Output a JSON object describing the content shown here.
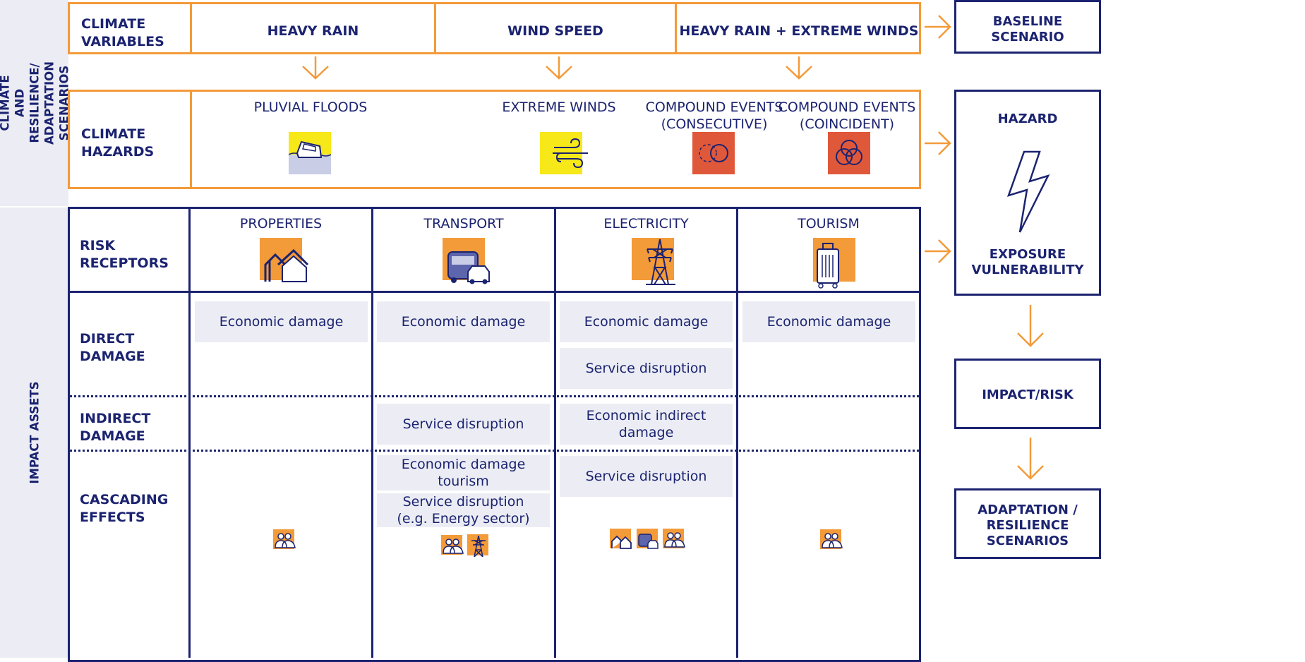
{
  "sidebar": {
    "top_label": "CLIMATE AND RESILIENCE/\nADAPTATION SCENARIOS",
    "bottom_label": "IMPACT ASSETS"
  },
  "climate_variables": {
    "row_label": "CLIMATE\nVARIABLES",
    "items": [
      "HEAVY RAIN",
      "WIND SPEED",
      "HEAVY RAIN + EXTREME WINDS"
    ]
  },
  "climate_hazards": {
    "row_label": "CLIMATE\nHAZARDS",
    "items": [
      {
        "label": "PLUVIAL FLOODS",
        "icon": "flooded-car-icon",
        "icon_bg": "#f7e81a"
      },
      {
        "label": "EXTREME WINDS",
        "icon": "wind-icon",
        "icon_bg": "#f7e81a"
      },
      {
        "label": "COMPOUND EVENTS\n(CONSECUTIVE)",
        "icon": "consecutive-circles-icon",
        "icon_bg": "#e0583a"
      },
      {
        "label": "COMPOUND EVENTS\n(COINCIDENT)",
        "icon": "coincident-circles-icon",
        "icon_bg": "#e0583a"
      }
    ]
  },
  "risk_receptors": {
    "row_label": "RISK\nRECEPTORS",
    "items": [
      {
        "label": "PROPERTIES",
        "icon": "houses-icon"
      },
      {
        "label": "TRANSPORT",
        "icon": "vehicles-icon"
      },
      {
        "label": "ELECTRICITY",
        "icon": "power-pylon-icon"
      },
      {
        "label": "TOURISM",
        "icon": "suitcase-icon"
      }
    ]
  },
  "direct_damage": {
    "row_label": "DIRECT\nDAMAGE",
    "properties": [
      "Economic damage"
    ],
    "transport": [
      "Economic damage"
    ],
    "electricity": [
      "Economic damage",
      "Service disruption"
    ],
    "tourism": [
      "Economic damage"
    ]
  },
  "indirect_damage": {
    "row_label": "INDIRECT\nDAMAGE",
    "transport": [
      "Service disruption"
    ],
    "electricity": [
      "Economic indirect damage"
    ]
  },
  "cascading_effects": {
    "row_label": "CASCADING\nEFFECTS",
    "transport": [
      "Economic damage tourism",
      "Service disruption\n(e.g. Energy sector)"
    ],
    "electricity": [
      "Service disruption"
    ],
    "icons": {
      "properties": [
        "people-icon"
      ],
      "transport": [
        "people-icon",
        "power-pylon-icon"
      ],
      "electricity": [
        "houses-icon",
        "vehicles-icon",
        "people-icon"
      ],
      "tourism": [
        "people-icon"
      ]
    }
  },
  "right_flow": {
    "baseline": "BASELINE\nSCENARIO",
    "hazard": "HAZARD",
    "exposure": "EXPOSURE\nVULNERABILITY",
    "impact": "IMPACT/RISK",
    "adaptation": "ADAPTATION /\nRESILIENCE\nSCENARIOS"
  },
  "colors": {
    "navy": "#1b2370",
    "orange": "#f39a39",
    "light_gray": "#ecedf4",
    "yellow": "#f7e81a",
    "red_orange": "#e0583a"
  }
}
